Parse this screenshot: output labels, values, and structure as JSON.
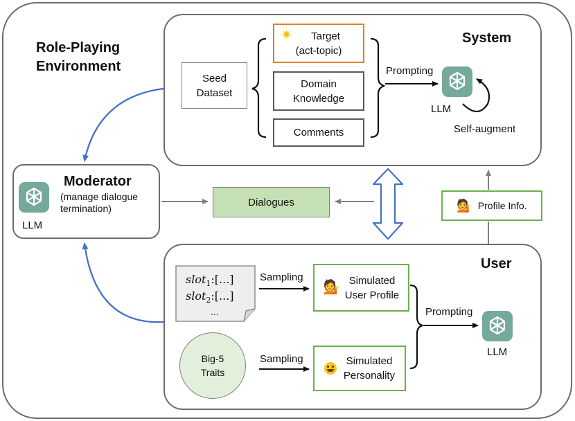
{
  "env_title_line1": "Role-Playing",
  "env_title_line2": "Environment",
  "system": {
    "title": "System",
    "seed_line1": "Seed",
    "seed_line2": "Dataset",
    "target_line1": "Target",
    "target_line2": "(act-topic)",
    "domain_line1": "Domain",
    "domain_line2": "Knowledge",
    "comments": "Comments",
    "prompting": "Prompting",
    "llm": "LLM",
    "self_augment": "Self-augment"
  },
  "moderator": {
    "title": "Moderator",
    "desc_line1": "(manage dialogue",
    "desc_line2": "termination)",
    "llm": "LLM"
  },
  "dialogues": "Dialogues",
  "profile_info": "Profile Info.",
  "user": {
    "title": "User",
    "slot1_name": "slot",
    "slot1_sub": "1",
    "slot1_val": ":[...]",
    "slot2_name": "slot",
    "slot2_sub": "2",
    "slot2_val": ":[...]",
    "ellipsis": "...",
    "sampling_1": "Sampling",
    "sampling_2": "Sampling",
    "profile_line1": "Simulated",
    "profile_line2": "User Profile",
    "bigfive_line1": "Big-5",
    "bigfive_line2": "Traits",
    "personality_line1": "Simulated",
    "personality_line2": "Personality",
    "prompting": "Prompting",
    "llm": "LLM"
  },
  "colors": {
    "seed_fill": "#b4c7e7",
    "dialogue_fill": "#c5e0b4",
    "green_border": "#6ab04c",
    "orange_border": "#d9822b",
    "arrow_blue": "#4472c4",
    "llm_icon": "#75a99b",
    "bigfive_fill": "#e2efda",
    "slot_fill": "#eeeeee"
  }
}
